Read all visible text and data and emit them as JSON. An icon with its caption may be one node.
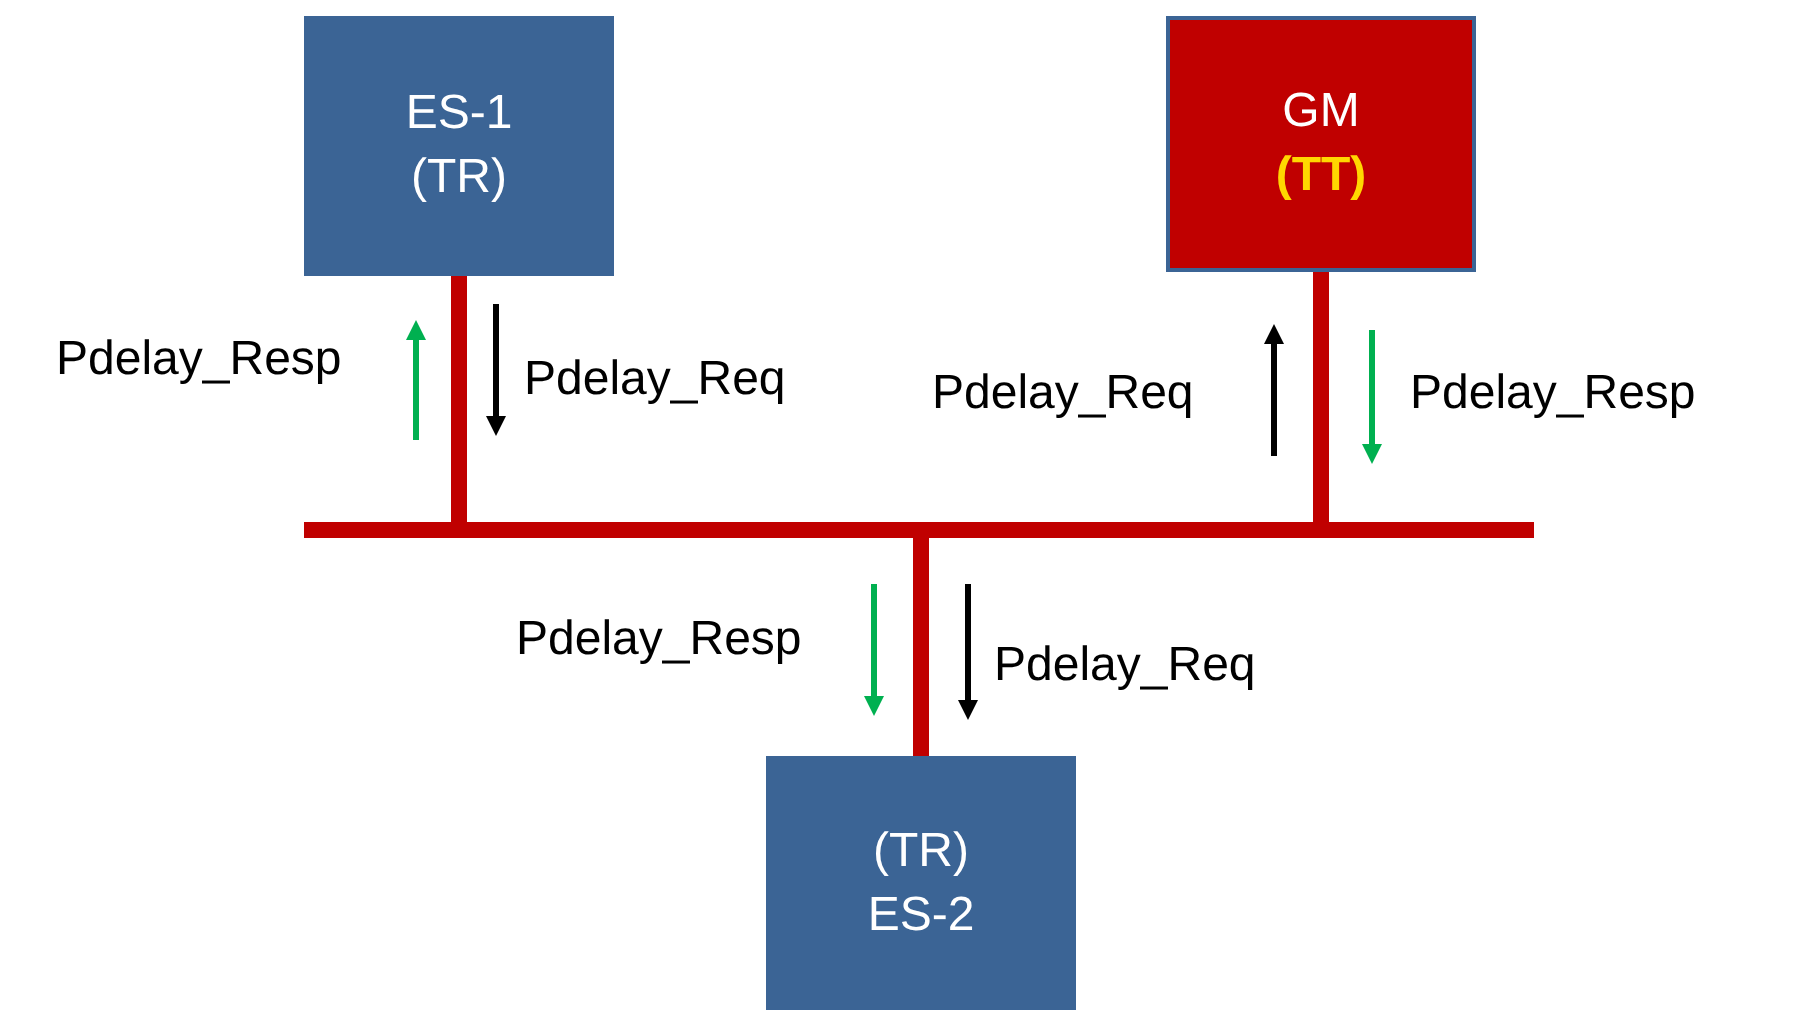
{
  "diagram": {
    "nodes": [
      {
        "text": [
          "ES-1 (TR)"
        ]
      },
      {
        "text": [
          "GM",
          "(TT)"
        ]
      },
      {
        "text": [],
        "shape": "bar"
      },
      {
        "text": [
          "(TR) ES-2"
        ]
      }
    ],
    "edges": [
      {
        "from": 0,
        "to": 2,
        "arrow": "none"
      },
      {
        "from": 1,
        "to": 2,
        "arrow": "none"
      },
      {
        "from": 2,
        "to": 3,
        "arrow": "none"
      }
    ],
    "labels": [
      "Pdelay_Resp",
      "Pdelay_Req",
      "Pdelay_Req",
      "Pdelay_Resp",
      "Pdelay_Resp",
      "Pdelay_Req"
    ]
  }
}
